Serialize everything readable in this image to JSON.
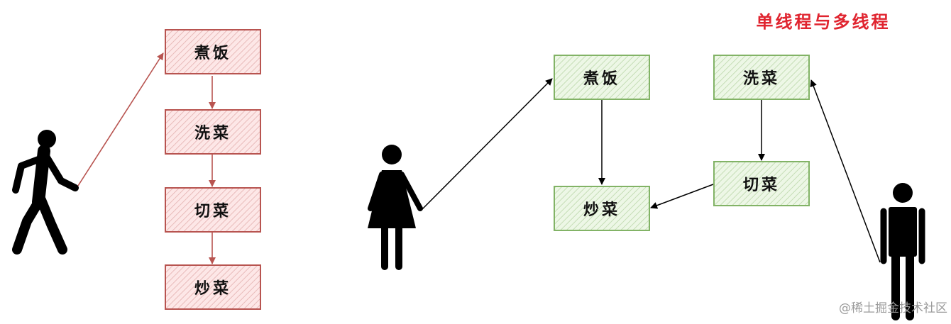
{
  "title": "单线程与多线程",
  "watermark": "@稀土掘金技术社区",
  "colors": {
    "red_stroke": "#b85450",
    "red_fill": "#fde7e7",
    "green_stroke": "#82b366",
    "green_fill": "#edf7e6",
    "title": "#e0242f",
    "figure": "#000000"
  },
  "single_thread": {
    "steps": [
      "煮饭",
      "洗菜",
      "切菜",
      "炒菜"
    ],
    "actor_icon": "walking-person-icon"
  },
  "multi_thread": {
    "woman": {
      "actor_icon": "woman-icon",
      "tasks": [
        "煮饭",
        "炒菜"
      ]
    },
    "man": {
      "actor_icon": "man-icon",
      "tasks": [
        "洗菜",
        "切菜"
      ]
    }
  }
}
